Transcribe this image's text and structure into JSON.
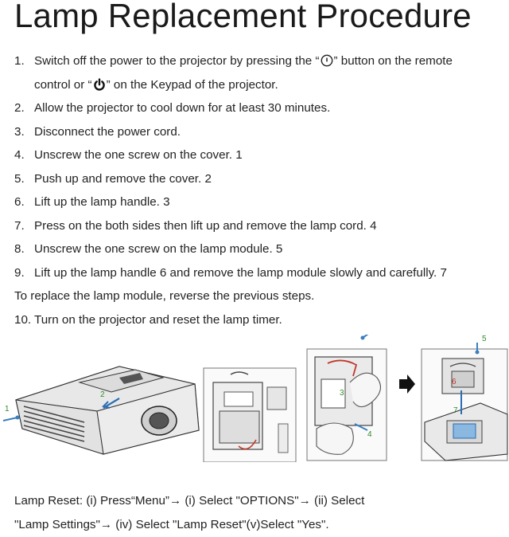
{
  "title": "Lamp Replacement Procedure",
  "steps": {
    "s1_num": "1.",
    "s1_a": "Switch off the power to the projector by pressing the “",
    "s1_b": "” button on the remote",
    "s1_c": "control or “",
    "s1_d": "” on the Keypad of the projector.",
    "s2_num": "2.",
    "s2": "Allow the projector to cool down for at least 30 minutes.",
    "s3_num": "3.",
    "s3": "Disconnect the power cord.",
    "s4_num": "4.",
    "s4": "Unscrew the one screw on the cover. 1",
    "s5_num": "5.",
    "s5": "Push up and remove the cover. 2",
    "s6_num": "6.",
    "s6": "Lift up the lamp handle. 3",
    "s7_num": "7.",
    "s7": "Press on the both sides then lift up and remove the lamp cord. 4",
    "s8_num": "8.",
    "s8": "Unscrew the one screw on the lamp module. 5",
    "s9_num": "9.",
    "s9": "Lift up the lamp handle 6 and remove the lamp module slowly and carefully. 7",
    "replace": "To replace the lamp module, reverse the previous steps.",
    "s10_num": "10.",
    "s10": "Turn on the projector and reset the lamp timer."
  },
  "figures": {
    "labels": [
      "1",
      "2",
      "5",
      "3",
      "4",
      "5",
      "6",
      "7"
    ],
    "icons": [
      "power-button-icon",
      "keypad-power-icon",
      "arrow-right-icon",
      "screw-icon"
    ],
    "colors": {
      "accent_green": "#2e8a2e",
      "accent_red": "#c0392b",
      "screw_blue": "#3a7fc0"
    }
  },
  "footer": {
    "line1": "Lamp Reset: (i) Press“Menu”→ (i) Select \"OPTIONS\"→ (ii) Select",
    "line2": "\"Lamp Settings\"→ (iv) Select \"Lamp Reset\"(v)Select \"Yes\"."
  }
}
